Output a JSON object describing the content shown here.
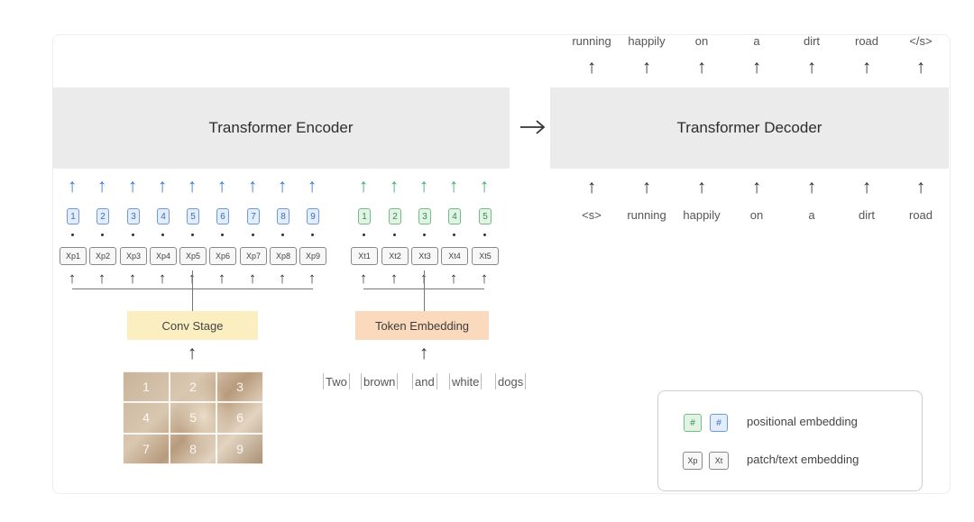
{
  "encoder": {
    "title": "Transformer Encoder"
  },
  "decoder": {
    "title": "Transformer Decoder"
  },
  "decoder_outputs": [
    "running",
    "happily",
    "on",
    "a",
    "dirt",
    "road",
    "</s>"
  ],
  "decoder_inputs": [
    "<s>",
    "running",
    "happily",
    "on",
    "a",
    "dirt",
    "road"
  ],
  "patch_positions": [
    "1",
    "2",
    "3",
    "4",
    "5",
    "6",
    "7",
    "8",
    "9"
  ],
  "patch_embeddings": [
    "Xp1",
    "Xp2",
    "Xp3",
    "Xp4",
    "Xp5",
    "Xp6",
    "Xp7",
    "Xp8",
    "Xp9"
  ],
  "text_positions": [
    "1",
    "2",
    "3",
    "4",
    "5"
  ],
  "text_embeddings": [
    "Xt1",
    "Xt2",
    "Xt3",
    "Xt4",
    "Xt5"
  ],
  "conv_stage": {
    "label": "Conv Stage"
  },
  "token_embedding": {
    "label": "Token Embedding"
  },
  "input_words": [
    "Two",
    "brown",
    "and",
    "white",
    "dogs"
  ],
  "image_patches": [
    "1",
    "2",
    "3",
    "4",
    "5",
    "6",
    "7",
    "8",
    "9"
  ],
  "legend": {
    "positional": {
      "green_symbol": "#",
      "blue_symbol": "#",
      "label": "positional embedding"
    },
    "embedding": {
      "patch_symbol": "Xp",
      "text_symbol": "Xt",
      "label": "patch/text embedding"
    }
  },
  "colors": {
    "patch_accent": "#3a7bd5",
    "text_accent": "#3fae69",
    "conv_stage_fill": "#fbefc2",
    "token_embedding_fill": "#fbd9bd",
    "transformer_block_fill": "#ebebeb"
  },
  "icons": {
    "encoder_to_decoder": "right-arrow-icon",
    "flow": "up-arrow-icon"
  }
}
